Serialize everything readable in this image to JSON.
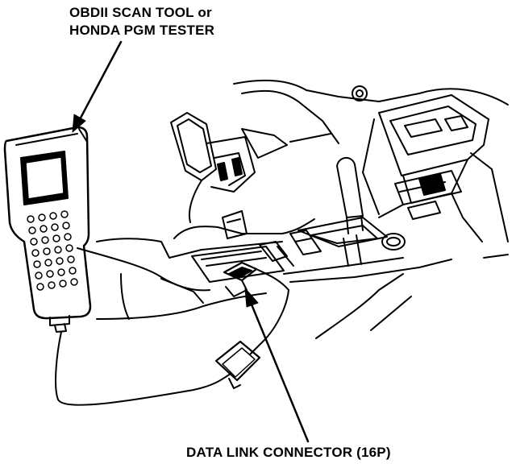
{
  "labels": {
    "scan_tool_line1": "OBDII SCAN TOOL or",
    "scan_tool_line2": "HONDA PGM TESTER",
    "data_link_connector": "DATA LINK CONNECTOR (16P)"
  },
  "colors": {
    "ink": "#000000",
    "paper": "#ffffff"
  }
}
